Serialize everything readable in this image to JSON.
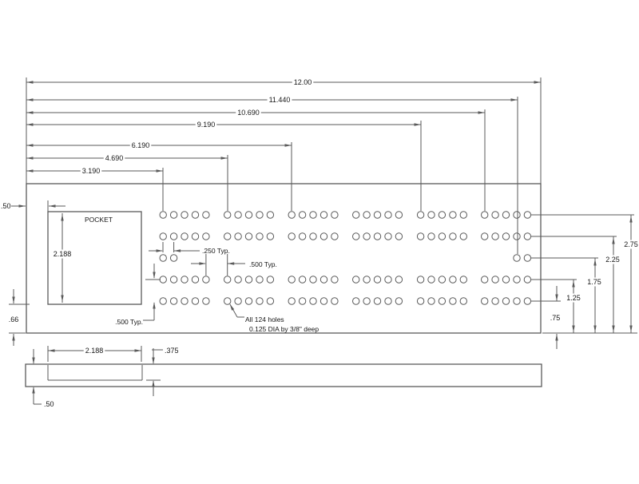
{
  "colors": {
    "background": "#ffffff",
    "line": "#5a5a5a",
    "text": "#161616"
  },
  "front_view": {
    "pocket_label": "POCKET",
    "top_dims": [
      "12.00",
      "11.440",
      "10.690",
      "9.190",
      "6.190",
      "4.690",
      "3.190"
    ],
    "right_dims": [
      "2.75",
      "2.25",
      "1.75",
      "1.25",
      ".75"
    ],
    "pocket_offset_dim": ".50",
    "pocket_height_dim": "2.188",
    "pocket_to_bottom_dim": ".66",
    "hole_pitch_dim": ".250 Typ.",
    "group_gap_dim": ".500 Typ.",
    "row_pitch_dim": ".500 Typ.",
    "hole_note_line1": "All 124 holes",
    "hole_note_line2": "0.125 DIA by 3/8\" deep"
  },
  "bottom_view": {
    "pocket_width_dim": "2.188",
    "pocket_depth_dim": ".375",
    "thickness_dim": ".50"
  }
}
